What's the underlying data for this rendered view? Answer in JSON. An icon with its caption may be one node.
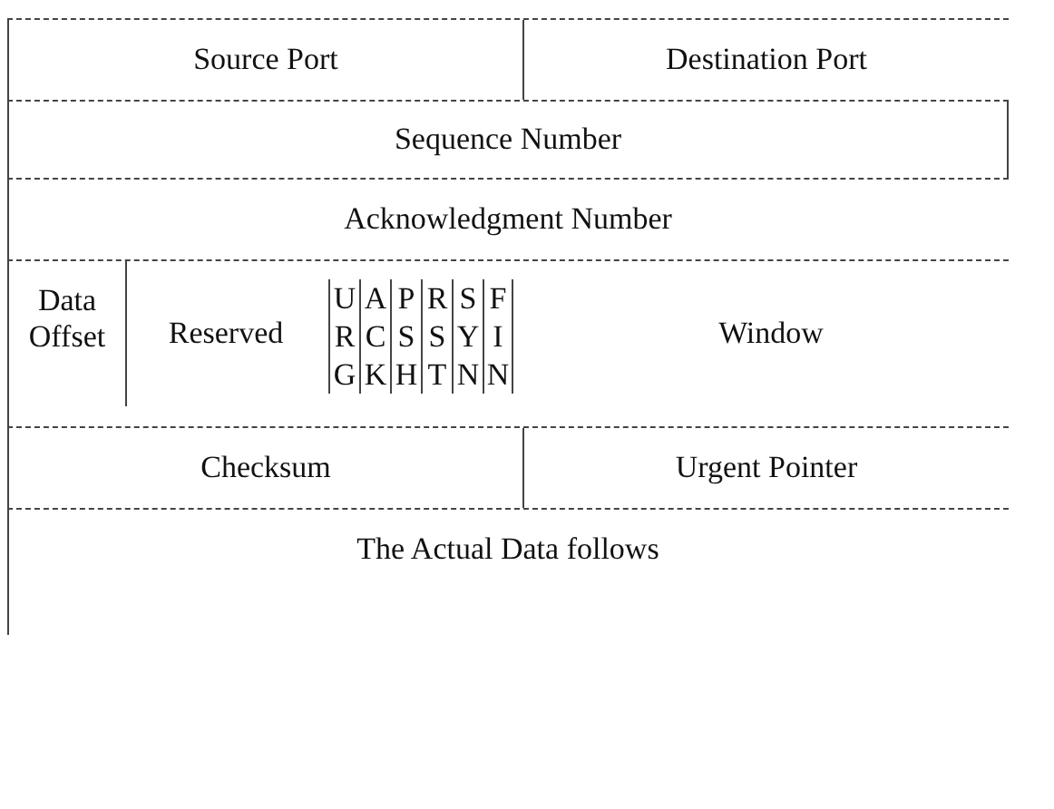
{
  "diagram": {
    "labels": [
      "Source Port",
      "Destination Port",
      "Sequence Number",
      "Acknowledgment Number",
      "Data Offset",
      "Reserved",
      "U",
      "A",
      "P",
      "R",
      "S",
      "F",
      "R",
      "C",
      "S",
      "S",
      "Y",
      "I",
      "G",
      "K",
      "H",
      "T",
      "N",
      "N",
      "Window",
      "Checksum",
      "Urgent Pointer",
      "The Actual Data follows"
    ]
  }
}
